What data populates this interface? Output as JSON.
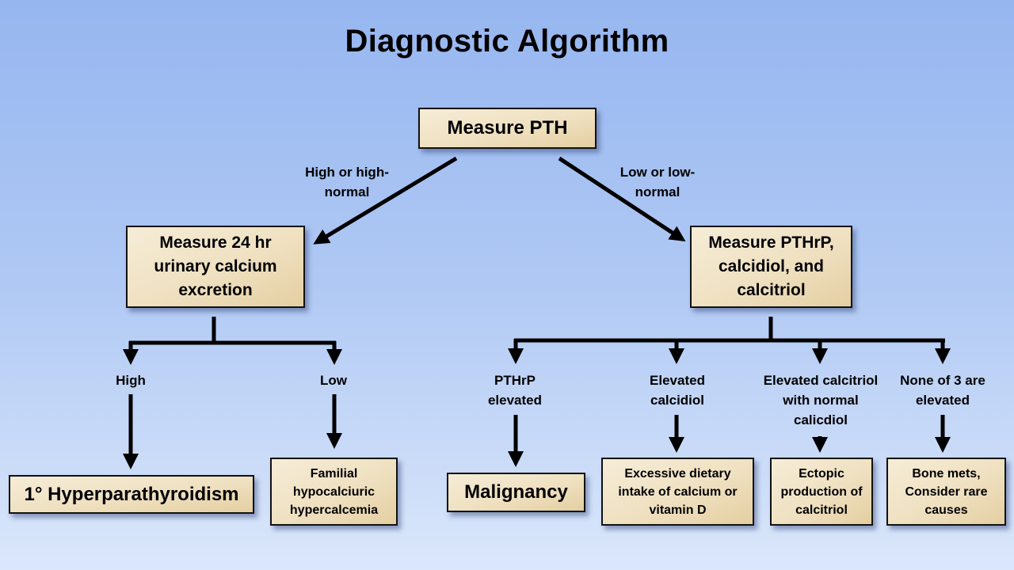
{
  "title": "Diagnostic Algorithm",
  "colors": {
    "background_top": "#96b6f0",
    "background_bottom": "#dbe7fb",
    "box_fill": "#efe0c0",
    "box_border": "#111111",
    "arrow": "#000000"
  },
  "nodes": {
    "measure_pth": "Measure PTH",
    "measure_urinary": "Measure 24 hr urinary calcium excretion",
    "measure_pthrp": "Measure PTHrP, calcidiol, and calcitriol",
    "hyperparathyroidism": "1° Hyperparathyroidism",
    "fhh": "Familial hypocalciuric hypercalcemia",
    "malignancy": "Malignancy",
    "excessive_intake": "Excessive dietary intake of calcium or vitamin D",
    "ectopic": "Ectopic production of calcitriol",
    "bone_mets": "Bone mets, Consider rare causes"
  },
  "edge_labels": {
    "high_or_high_normal": "High or high-normal",
    "low_or_low_normal": "Low or low-normal",
    "high": "High",
    "low": "Low",
    "pthrp_elevated": "PTHrP elevated",
    "elevated_calcidiol": "Elevated calcidiol",
    "elevated_calcitriol": "Elevated calcitriol with normal calicdiol",
    "none_elevated": "None of 3 are elevated"
  }
}
